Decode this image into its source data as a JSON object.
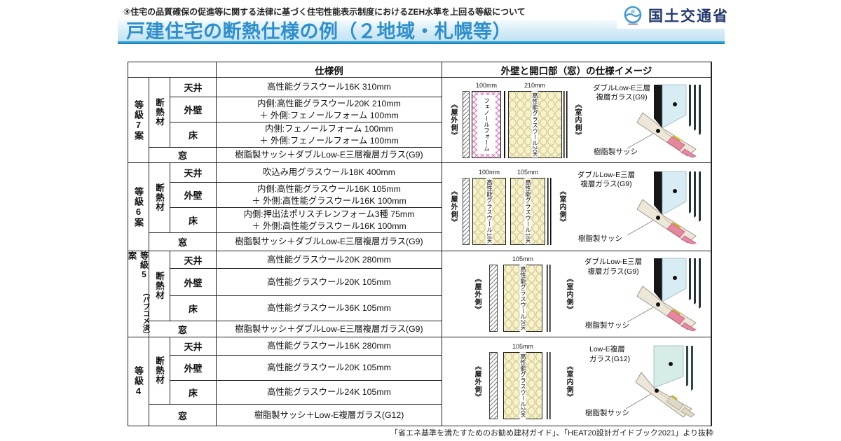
{
  "page": {
    "supertitle": "③住宅の品質確保の促進等に関する法律に基づく住宅性能表示制度におけるZEH水準を上回る等級について",
    "title": "戸建住宅の断熱仕様の例（２地域・札幌等）",
    "agency": "国土交通省",
    "footer": "「省エネ基準を満たすためのお勧め建材ガイド」、「HEAT20設計ガイドブック2021」より抜粋"
  },
  "colors": {
    "title_blue": "#2e8fcc",
    "band_underline": "#29a0d4",
    "agency_navy": "#22396e",
    "insulation_yellow": "#f7f2c9",
    "foam_pink": "#d27cba",
    "glass_blue": "#d8ecf3",
    "sash_cream": "#ece7d9",
    "sash_pink": "#e5879e"
  },
  "table": {
    "headers": {
      "spec": "仕様例",
      "image": "外壁と開口部（窓）の仕様イメージ"
    },
    "labels": {
      "insulation": "断熱材",
      "ceiling": "天井",
      "wall": "外壁",
      "floor": "床",
      "window": "窓",
      "outdoor": "《屋外側》",
      "indoor": "《室内側》"
    },
    "sections": [
      {
        "grade": "等級7案",
        "ceiling": "高性能グラスウール16K 310mm",
        "wall1": "内側:高性能グラスウール20K 210mm",
        "wall2": "＋ 外側:フェノールフォーム 100mm",
        "floor1": "内側:フェノールフォーム 100mm",
        "floor2": "＋ 外側:フェノールフォーム 100mm",
        "window": "樹脂製サッシ＋ダブルLow-E三層複層ガラス(G9)",
        "diagram": {
          "dims": [
            "100mm",
            "210mm"
          ],
          "layer_labels": [
            "フェノールフォーム",
            "高性能グラスウール20K"
          ],
          "glass1": "ダブルLow-E三層",
          "glass2": "複層ガラス(G9)",
          "sash": "樹脂製サッシ"
        }
      },
      {
        "grade": "等級6案",
        "ceiling": "吹込み用グラスウール18K 400mm",
        "wall1": "内側:高性能グラスウール16K 105mm",
        "wall2": "＋ 外側:高性能グラスウール16K 100mm",
        "floor1": "内側:押出法ポリスチレンフォーム3種 75mm",
        "floor2": "＋ 外側:高性能グラスウール16K 100mm",
        "window": "樹脂製サッシ＋ダブルLow-E三層複層ガラス(G9)",
        "diagram": {
          "dims": [
            "100mm",
            "105mm"
          ],
          "layer_labels": [
            "高性能グラスウール16K",
            "高性能グラスウール16K"
          ],
          "glass1": "ダブルLow-E三層",
          "glass2": "複層ガラス(G9)",
          "sash": "樹脂製サッシ"
        }
      },
      {
        "grade": "等級5案",
        "grade_note": "（パブコメ済）",
        "ceiling": "高性能グラスウール20K 280mm",
        "wall1": "高性能グラスウール20K 105mm",
        "floor1": "高性能グラスウール36K 105mm",
        "window": "樹脂製サッシ＋ダブルLow-E三層複層ガラス(G9)",
        "diagram": {
          "dims": [
            "105mm"
          ],
          "layer_labels": [
            "高性能グラスウール20K"
          ],
          "glass1": "ダブルLow-E三層",
          "glass2": "複層ガラス(G9)",
          "sash": "樹脂製サッシ"
        }
      },
      {
        "grade": "等級4",
        "ceiling": "高性能グラスウール16K 280mm",
        "wall1": "高性能グラスウール20K 105mm",
        "floor1": "高性能グラスウール24K 105mm",
        "window": "樹脂製サッシ＋Low-E複層ガラス(G12)",
        "diagram": {
          "dims": [
            "105mm"
          ],
          "layer_labels": [
            "高性能グラスウール20K"
          ],
          "glass1": "Low-E複層",
          "glass2": "ガラス(G12)",
          "sash": "樹脂製サッシ"
        }
      }
    ]
  }
}
